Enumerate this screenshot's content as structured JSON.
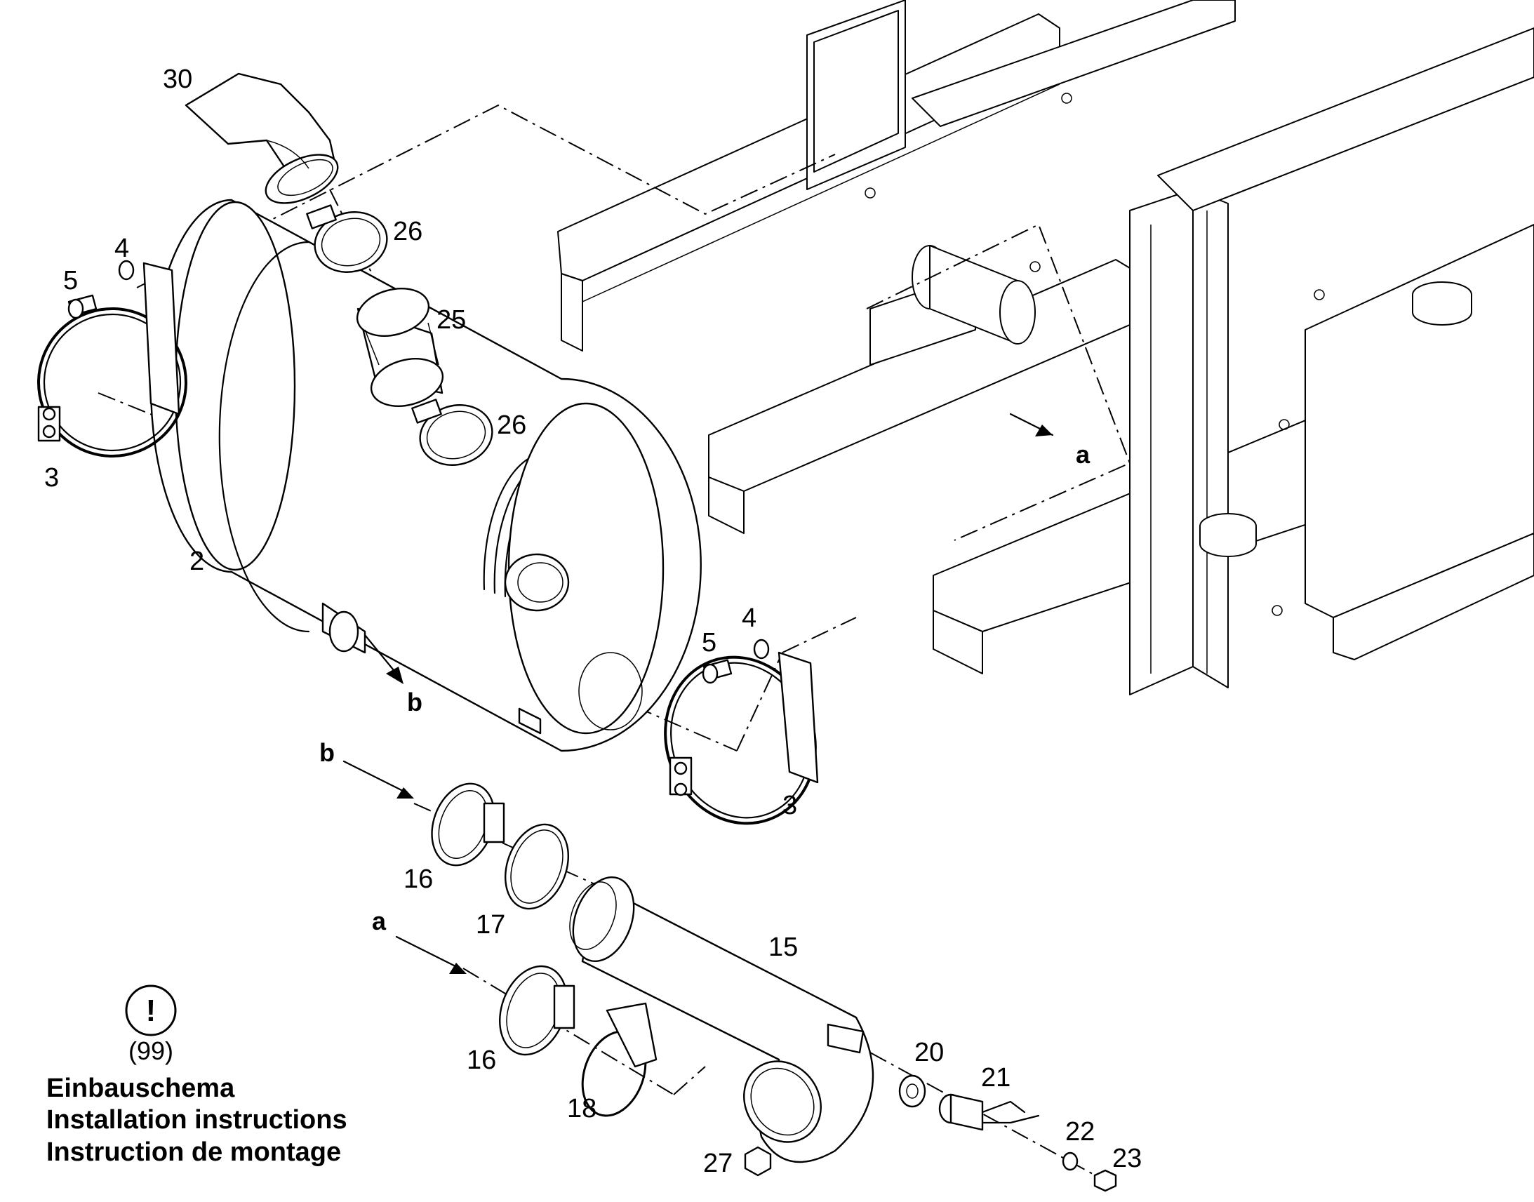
{
  "part_labels": {
    "p30": "30",
    "p26_top": "26",
    "p25": "25",
    "p26_bottom": "26",
    "p4_left": "4",
    "p5_left": "5",
    "p3_left": "3",
    "p2": "2",
    "p4_right": "4",
    "p5_right": "5",
    "p3_right": "3",
    "p16_top": "16",
    "p17": "17",
    "p15": "15",
    "p16_bottom": "16",
    "p18": "18",
    "p20": "20",
    "p21": "21",
    "p22": "22",
    "p23": "23",
    "p27": "27"
  },
  "reference_letters": {
    "a_frame": "a",
    "b_muffler": "b",
    "b_pipe": "b",
    "a_pipe": "a"
  },
  "note": {
    "icon_symbol": "!",
    "reference": "(99)",
    "line_de": "Einbauschema",
    "line_en": "Installation instructions",
    "line_fr": "Instruction de montage"
  }
}
